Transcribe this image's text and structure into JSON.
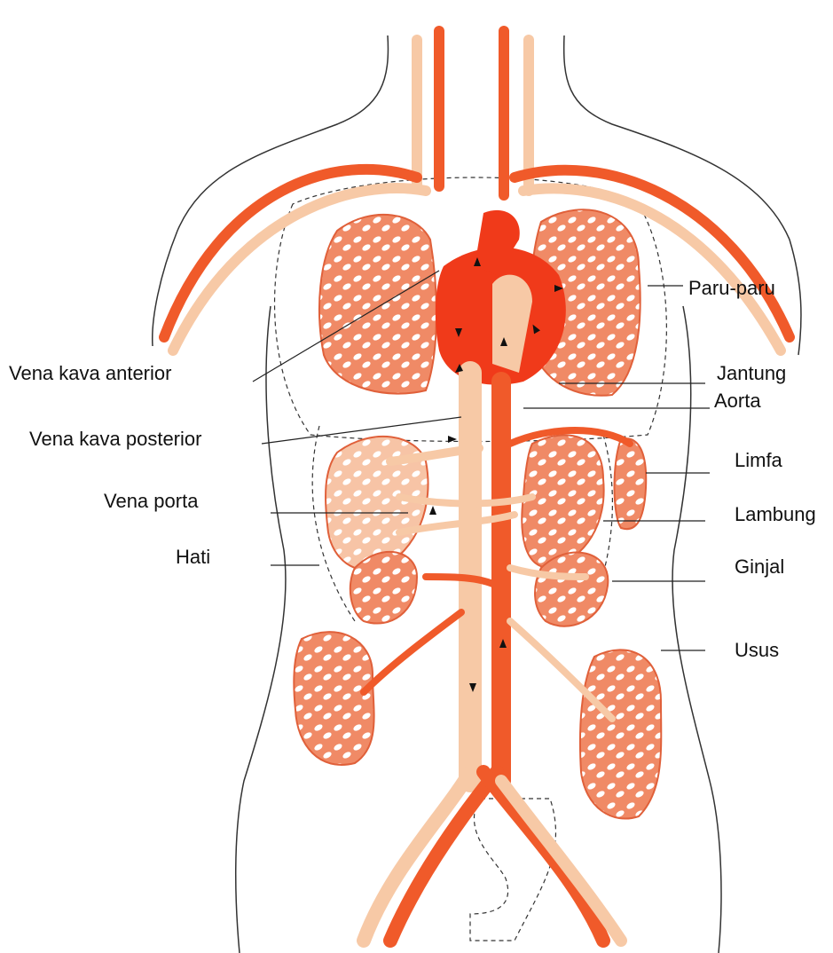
{
  "diagram": {
    "labels": {
      "paru_paru": "Paru-paru",
      "vena_kava_anterior": "Vena kava anterior",
      "jantung": "Jantung",
      "aorta": "Aorta",
      "vena_kava_posterior": "Vena kava posterior",
      "limfa": "Limfa",
      "vena_porta": "Vena porta",
      "lambung": "Lambung",
      "hati": "Hati",
      "ginjal": "Ginjal",
      "usus": "Usus"
    },
    "colors": {
      "artery": "#f05a2a",
      "vein": "#f7c9a6",
      "organ_fill": "#f7b393",
      "organ_dark": "#ee5a3a",
      "heart": "#f03a1a",
      "outline": "#333333",
      "leader_line": "#222222"
    }
  }
}
